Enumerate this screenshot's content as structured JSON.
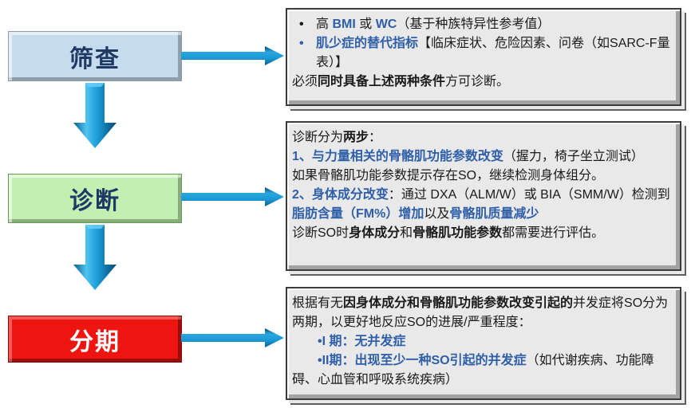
{
  "palette": {
    "screening_box_fill": "#C5DCEE",
    "diagnosis_box_fill": "#C2EFB2",
    "staging_box_fill": "#EE1511",
    "step_label_navy": "#1F3864",
    "staging_label_color": "#FFFFFF",
    "panel_fill": "#E9E9E9",
    "panel_border": "#3C3C3C",
    "emphasis_blue": "#2E5FA8",
    "arrow_blue": "#1B9AD8",
    "arrow_blue_dark": "#07486F"
  },
  "icons": {
    "down_arrow": "3d-blue-down-arrow",
    "right_arrow": "3d-blue-right-arrow",
    "bullet": "•"
  },
  "steps": [
    {
      "id": "screening",
      "label": "筛查"
    },
    {
      "id": "diagnosis",
      "label": "诊断"
    },
    {
      "id": "staging",
      "label": "分期"
    }
  ],
  "panels": {
    "screening": {
      "paragraphs": [
        {
          "style": "hang",
          "bullet": "black",
          "seg": [
            {
              "t": "高 ",
              "s": "n"
            },
            {
              "t": "BMI",
              "s": "bb"
            },
            {
              "t": " 或 ",
              "s": "n"
            },
            {
              "t": "WC",
              "s": "bb"
            },
            {
              "t": "（基于种族特异性参考值）",
              "s": "n"
            }
          ]
        },
        {
          "style": "hang",
          "bullet": "blue",
          "seg": [
            {
              "t": "肌少症的替代指标",
              "s": "bb"
            },
            {
              "t": "【临床症状、危险因素、问卷（如SARC-F量表）】",
              "s": "n"
            }
          ]
        },
        {
          "style": "plain",
          "seg": [
            {
              "t": "必须",
              "s": "n"
            },
            {
              "t": "同时具备上述两种条件",
              "s": "b"
            },
            {
              "t": "方可诊断。",
              "s": "n"
            }
          ]
        }
      ]
    },
    "diagnosis": {
      "paragraphs": [
        {
          "style": "plain",
          "seg": [
            {
              "t": "诊断分为",
              "s": "n"
            },
            {
              "t": "两步",
              "s": "b"
            },
            {
              "t": "：",
              "s": "n"
            }
          ]
        },
        {
          "style": "plain",
          "seg": [
            {
              "t": "1、与力量相关的骨骼肌功能参数改变",
              "s": "bb"
            },
            {
              "t": "（握力，椅子坐立测试）",
              "s": "n"
            }
          ]
        },
        {
          "style": "plain",
          "seg": [
            {
              "t": "如果骨骼肌功能参数提示存在SO，继续检测身体组分。",
              "s": "n"
            }
          ]
        },
        {
          "style": "plain",
          "seg": [
            {
              "t": "2、身体成分改变",
              "s": "bb"
            },
            {
              "t": "：通过 DXA（ALM/W）或 BIA（SMM/W）检测到",
              "s": "n"
            },
            {
              "t": "脂肪含量（FM%）增加",
              "s": "bb"
            },
            {
              "t": "以及",
              "s": "n"
            },
            {
              "t": "骨骼肌质量减少",
              "s": "bb"
            }
          ]
        },
        {
          "style": "plain",
          "seg": [
            {
              "t": "诊断SO时",
              "s": "n"
            },
            {
              "t": "身体成分",
              "s": "b"
            },
            {
              "t": "和",
              "s": "n"
            },
            {
              "t": "骨骼肌功能参数",
              "s": "b"
            },
            {
              "t": "都需要进行评估。",
              "s": "n"
            }
          ]
        }
      ]
    },
    "staging": {
      "paragraphs": [
        {
          "style": "plain",
          "seg": [
            {
              "t": "根据有无",
              "s": "n"
            },
            {
              "t": "因身体成分和骨骼肌功能参数改变引起的",
              "s": "b"
            },
            {
              "t": "并发症将SO分为两期，以更好地反应SO的进展/严重程度：",
              "s": "n"
            }
          ]
        },
        {
          "style": "indent",
          "seg": [
            {
              "t": "•I 期：无并发症",
              "s": "bb"
            }
          ]
        },
        {
          "style": "indent",
          "seg": [
            {
              "t": "•II期：出现至少一种SO引起的并发症",
              "s": "bb"
            },
            {
              "t": "（如代谢疾病、功能障碍、心血管和呼吸系统疾病）",
              "s": "n"
            }
          ]
        }
      ]
    }
  }
}
